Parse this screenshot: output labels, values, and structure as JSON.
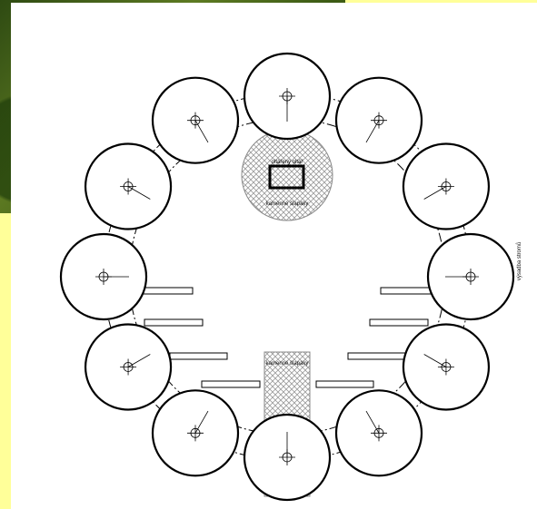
{
  "labels": {
    "center_label_top": "oltářený oltář",
    "center_label_bottom": "kamenné šlapáky",
    "path_label": "kamenné šlapáky",
    "side_label": "výsadba stromů"
  },
  "colors": {
    "background": "#ffff99",
    "slide": "#ffffff",
    "stroke": "#000000",
    "hatch": "#999999"
  },
  "diagram": {
    "tree_count": 12,
    "bench_count": 8
  }
}
